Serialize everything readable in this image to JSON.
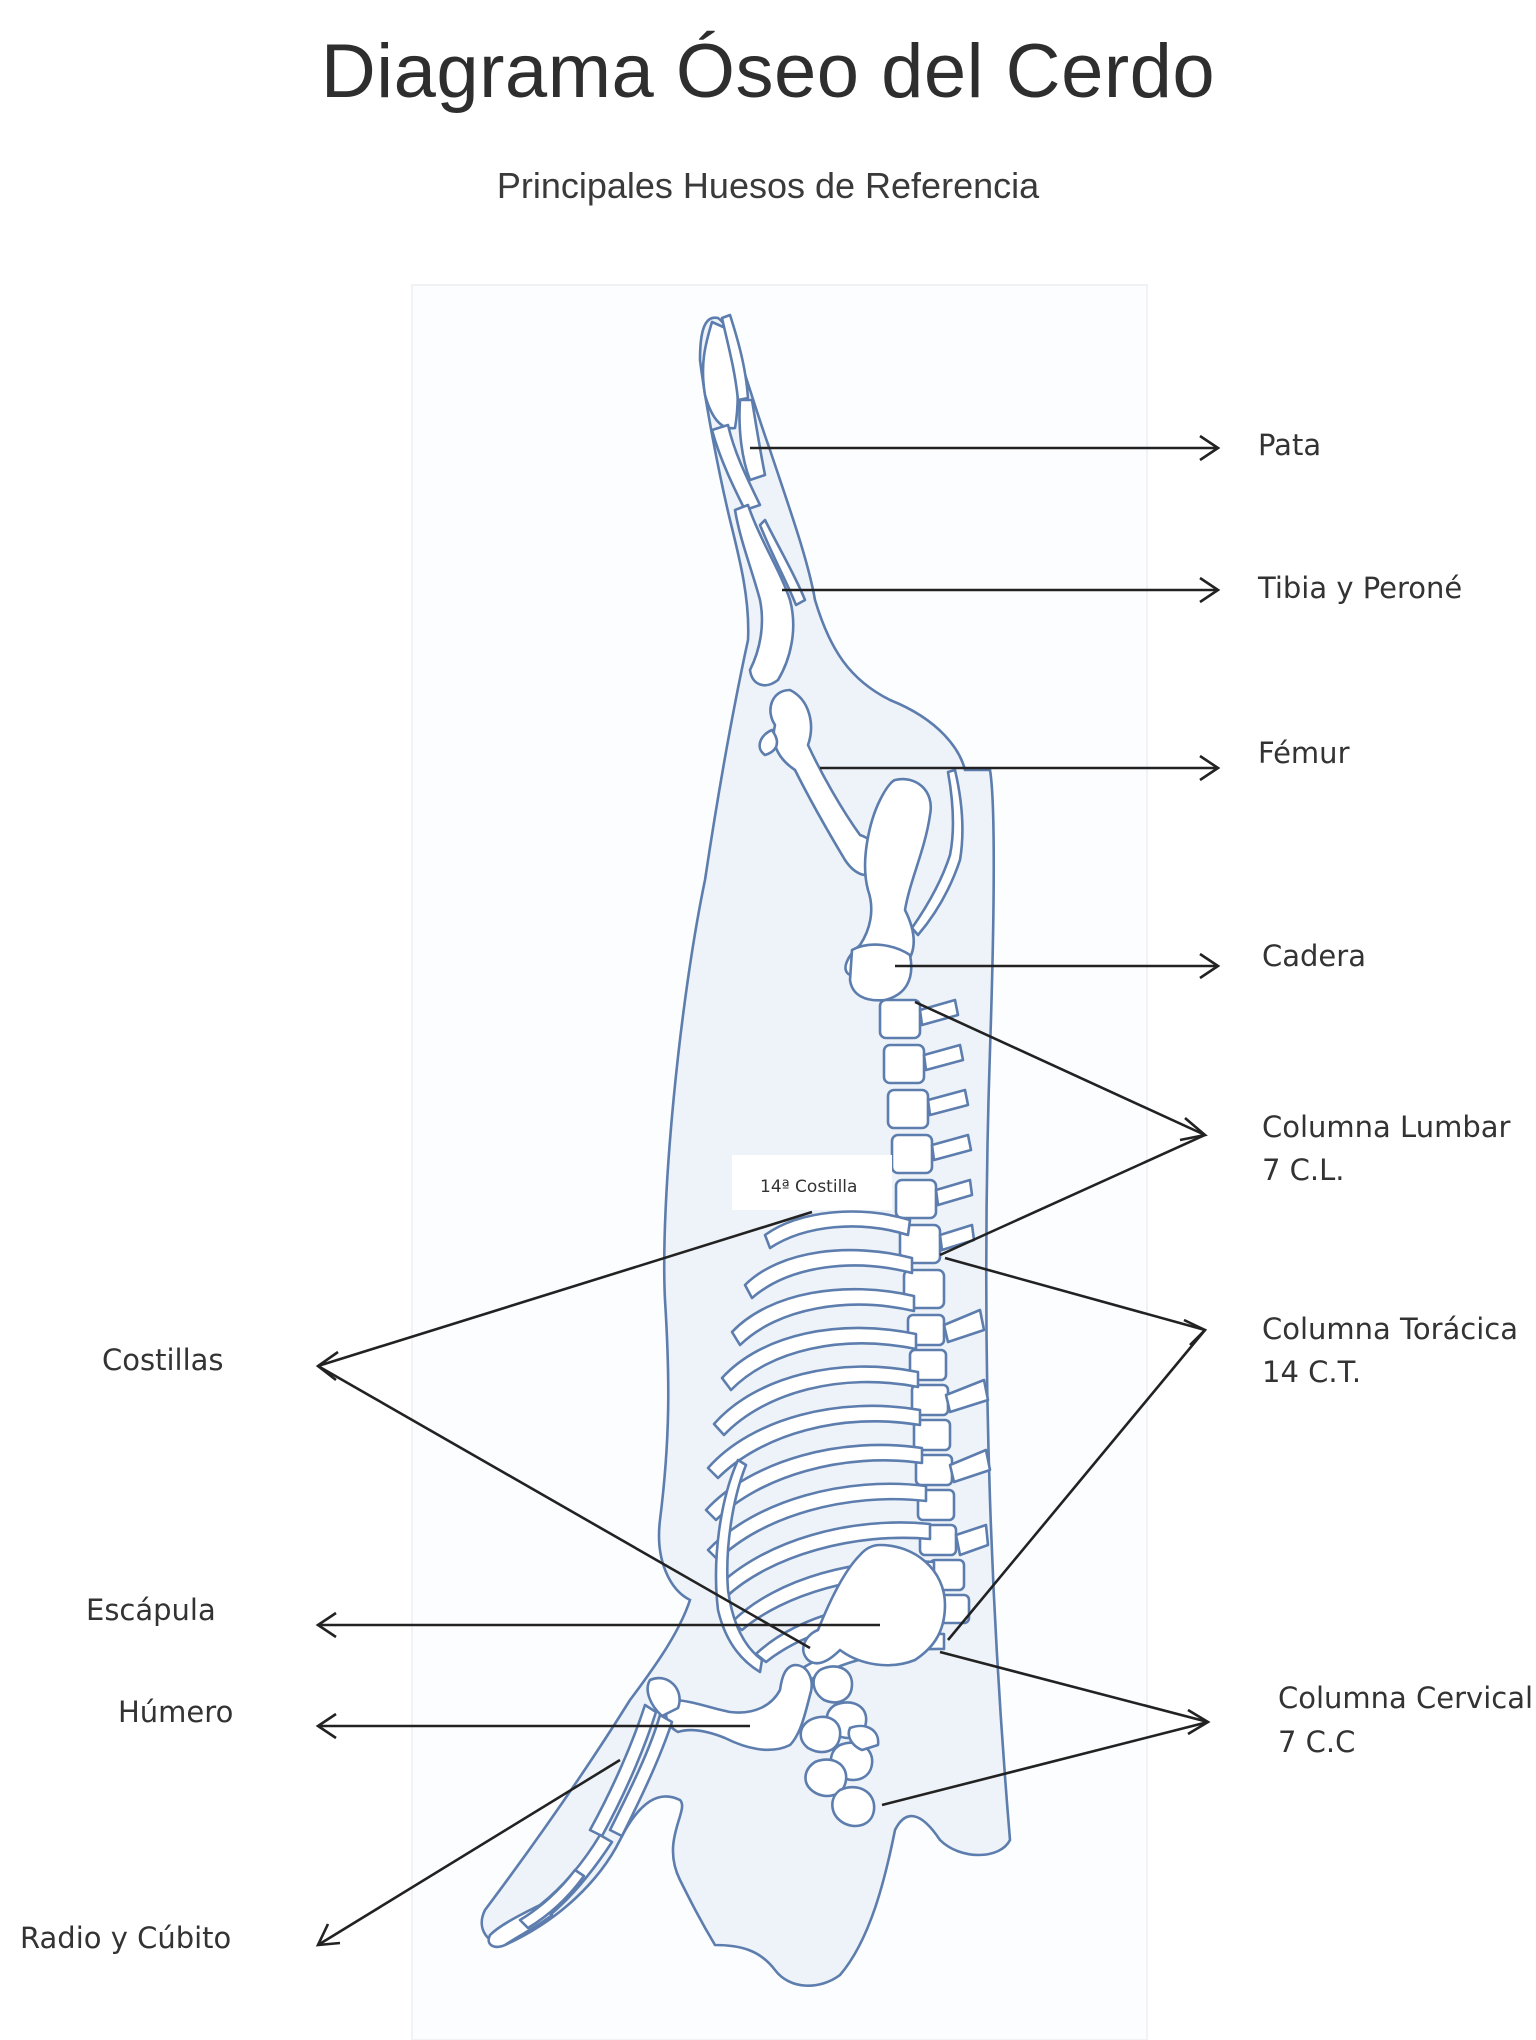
{
  "title": "Diagrama Óseo del Cerdo",
  "subtitle": "Principales Huesos de Referencia",
  "rib_note": "14ª Costilla",
  "labels": {
    "pata": "Pata",
    "tibia": "Tibia y Peroné",
    "femur": "Fémur",
    "cadera": "Cadera",
    "lumbar_1": "Columna Lumbar",
    "lumbar_2": "7 C.L.",
    "toracica_1": "Columna Torácica",
    "toracica_2": "14 C.T.",
    "cervical_1": "Columna Cervical",
    "cervical_2": "7 C.C",
    "costillas": "Costillas",
    "escapula": "Escápula",
    "humero": "Húmero",
    "radio": "Radio y Cúbito"
  },
  "colors": {
    "bone_stroke": "#5c7dad",
    "fill": "#eef3f9",
    "arrow": "#222222"
  }
}
